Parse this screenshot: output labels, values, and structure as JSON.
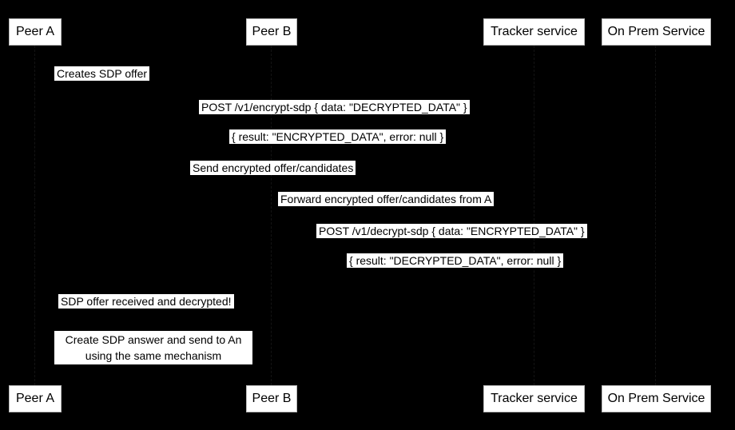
{
  "diagram": {
    "type": "sequence-diagram",
    "background_color": "#000000",
    "box_fill_color": "#ffffff",
    "text_color": "#000000",
    "actors": [
      {
        "label": "Peer A"
      },
      {
        "label": "Peer B"
      },
      {
        "label": "Tracker service"
      },
      {
        "label": "On Prem Service"
      }
    ],
    "messages": [
      {
        "label": "Creates SDP offer"
      },
      {
        "label": "POST /v1/encrypt-sdp { data: \"DECRYPTED_DATA\" }"
      },
      {
        "label": "{ result: \"ENCRYPTED_DATA\", error: null }"
      },
      {
        "label": "Send encrypted offer/candidates"
      },
      {
        "label": "Forward encrypted offer/candidates from A"
      },
      {
        "label": "POST /v1/decrypt-sdp { data: \"ENCRYPTED_DATA\" }"
      },
      {
        "label": "{ result: \"DECRYPTED_DATA\", error: null }"
      },
      {
        "label": "SDP offer received and decrypted!"
      }
    ],
    "note": {
      "line1": "Create SDP answer and send to An",
      "line2": "using the same mechanism"
    }
  }
}
